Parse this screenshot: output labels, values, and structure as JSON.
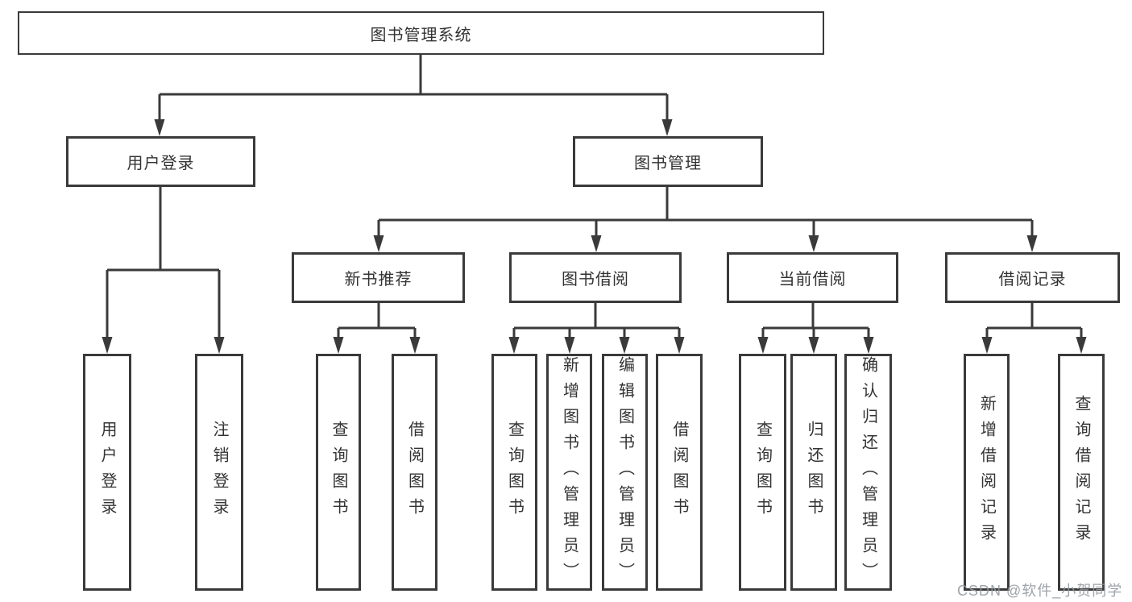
{
  "tree": {
    "root": {
      "label": "图书管理系统",
      "children": [
        {
          "label": "用户登录",
          "children": [
            {
              "label": "用户登录"
            },
            {
              "label": "注销登录"
            }
          ]
        },
        {
          "label": "图书管理",
          "children": [
            {
              "label": "新书推荐",
              "children": [
                {
                  "label": "查询图书"
                },
                {
                  "label": "借阅图书"
                }
              ]
            },
            {
              "label": "图书借阅",
              "children": [
                {
                  "label": "查询图书"
                },
                {
                  "label": "新增图书（管理员）"
                },
                {
                  "label": "编辑图书（管理员）"
                },
                {
                  "label": "借阅图书"
                }
              ]
            },
            {
              "label": "当前借阅",
              "children": [
                {
                  "label": "查询图书"
                },
                {
                  "label": "归还图书"
                },
                {
                  "label": "确认归还（管理员）"
                }
              ]
            },
            {
              "label": "借阅记录",
              "children": [
                {
                  "label": "新增借阅记录"
                },
                {
                  "label": "查询借阅记录"
                }
              ]
            }
          ]
        }
      ]
    }
  },
  "watermark": "CSDN @软件_小贺同学",
  "colors": {
    "line": "#3a3a3a",
    "text": "#333333",
    "background": "#ffffff",
    "watermark": "#94999e"
  }
}
